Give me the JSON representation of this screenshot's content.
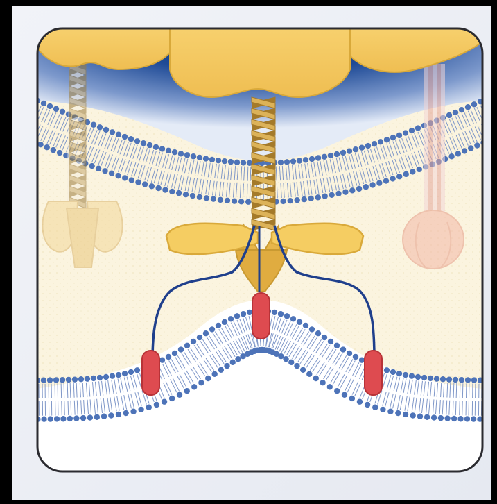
{
  "figure": {
    "background": "#000000",
    "mat_color": "#eef0f6",
    "panel_fill": "#fbf4df",
    "panel_stroke": "#2b2b30",
    "colors": {
      "vesicle_membrane": "#4d73b8",
      "vesicle_lumen": "#173e86",
      "cap_fill": "#f3c75f",
      "cap_stroke": "#d9a93a",
      "coil_light": "#dcb258",
      "coil_dark": "#a47a2a",
      "ghost_coil": "#c8ab72",
      "blue_wire": "#1f3f8c",
      "red_anchor": "#de4b50",
      "ghost_red": "#f1b3a2",
      "plasma_interior": "#ffffff"
    },
    "components": [
      "vesicle",
      "target-membrane",
      "central-coil-complex",
      "left-ghost-complex",
      "right-ghost-complex",
      "red-anchors"
    ]
  }
}
